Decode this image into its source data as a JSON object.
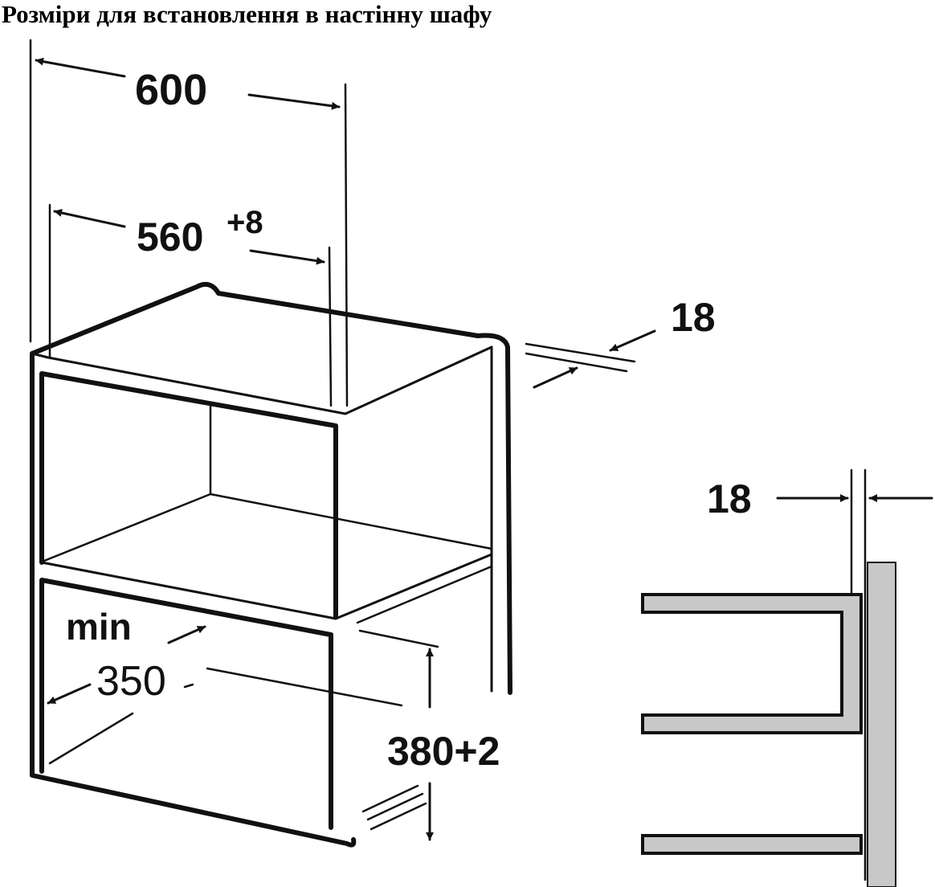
{
  "title": "Розміри для встановлення в настінну шафу",
  "dimensions": {
    "total_width": "600",
    "niche_width": "560",
    "niche_width_tolerance": "+8",
    "panel_thickness_top": "18",
    "panel_thickness_side": "18",
    "min_label": "min",
    "min_depth": "350",
    "niche_height": "380+2"
  },
  "colors": {
    "line": "#111111",
    "panel": "#c8c8c8"
  }
}
